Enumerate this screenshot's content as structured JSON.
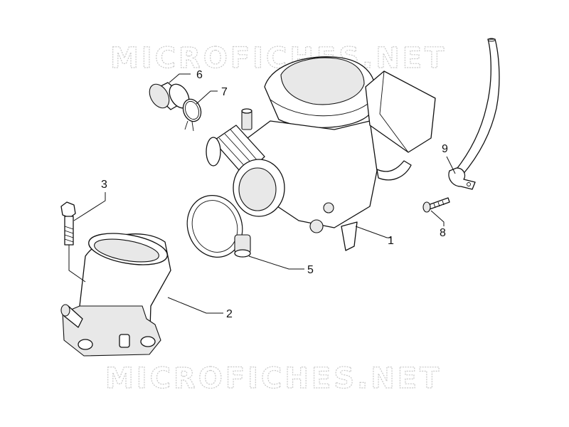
{
  "watermark": {
    "top_text": "MICROFICHES.NET",
    "bottom_text": "MICROFICHES.NET"
  },
  "callouts": [
    {
      "id": "1",
      "label": "1"
    },
    {
      "id": "2",
      "label": "2"
    },
    {
      "id": "3",
      "label": "3"
    },
    {
      "id": "5",
      "label": "5"
    },
    {
      "id": "6",
      "label": "6"
    },
    {
      "id": "7",
      "label": "7"
    },
    {
      "id": "8",
      "label": "8"
    },
    {
      "id": "9",
      "label": "9"
    }
  ]
}
